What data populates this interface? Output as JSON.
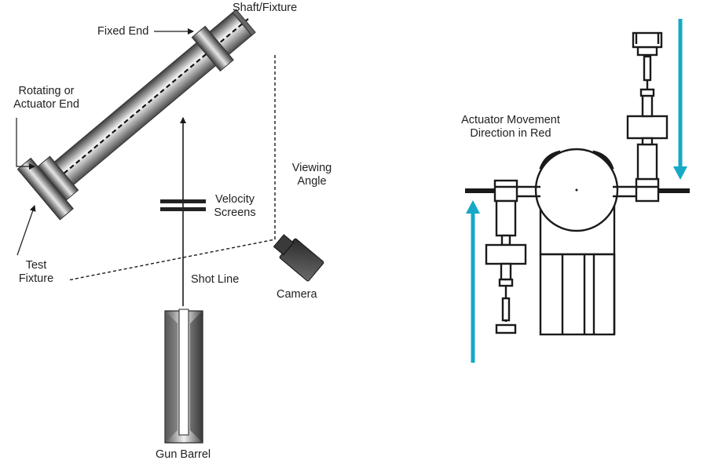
{
  "left_diagram": {
    "shaft_fixture_label": "Shaft/Fixture",
    "fixed_end_label": "Fixed End",
    "rotating_end_label_line1": "Rotating or",
    "rotating_end_label_line2": "Actuator End",
    "test_fixture_label_line1": "Test",
    "test_fixture_label_line2": "Fixture",
    "velocity_screens_label_line1": "Velocity",
    "velocity_screens_label_line2": "Screens",
    "shot_line_label": "Shot Line",
    "viewing_angle_label_line1": "Viewing",
    "viewing_angle_label_line2": "Angle",
    "camera_label": "Camera",
    "gun_barrel_label": "Gun Barrel"
  },
  "right_diagram": {
    "actuator_label_line1": "Actuator Movement",
    "actuator_label_line2": "Direction in Red"
  },
  "colors": {
    "arrow": "#16a9c5",
    "line": "#1a1a1a",
    "metal_dark": "#3a3a3a",
    "metal_light": "#f2f2f2"
  }
}
